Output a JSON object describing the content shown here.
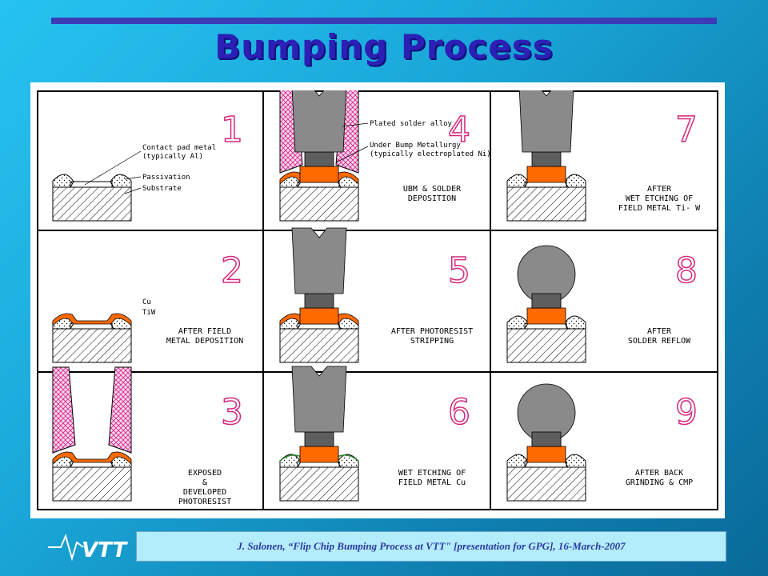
{
  "title": "Bumping Process",
  "footer": "J. Salonen, “Flip Chip Bumping Process at VTT\" [presentation for GPG], 16-March-2007",
  "logo_text": "VTT",
  "colors": {
    "copper": "#ff6a00",
    "solder": "#8a8a8a",
    "ubm": "#5e5e5e",
    "photoresist": "#d6208a",
    "number": "#d4277c",
    "title": "#2b1fb5"
  },
  "labels": {
    "contact_pad": [
      "Contact pad metal",
      "(typically Al)"
    ],
    "passivation": "Passivation",
    "substrate": "Substrate",
    "plated_solder": "Plated solder alloy",
    "ubm": [
      "Under Bump Metallurgy",
      "(typically electroplated Ni)"
    ],
    "cu": "Cu",
    "tiw": "TiW"
  },
  "steps": [
    {
      "number": "1",
      "caption": []
    },
    {
      "number": "2",
      "caption": [
        "AFTER FIELD",
        "METAL DEPOSITION"
      ]
    },
    {
      "number": "3",
      "caption": [
        "EXPOSED",
        "&",
        "DEVELOPED",
        "PHOTORESIST"
      ]
    },
    {
      "number": "4",
      "caption": [
        "UBM & SOLDER",
        "DEPOSITION"
      ]
    },
    {
      "number": "5",
      "caption": [
        "AFTER PHOTORESIST",
        "STRIPPING"
      ]
    },
    {
      "number": "6",
      "caption": [
        "WET ETCHING OF",
        "FIELD METAL Cu"
      ]
    },
    {
      "number": "7",
      "caption": [
        "AFTER",
        "WET ETCHING OF",
        "FIELD METAL Ti- W"
      ]
    },
    {
      "number": "8",
      "caption": [
        "AFTER",
        "SOLDER REFLOW"
      ]
    },
    {
      "number": "9",
      "caption": [
        "AFTER BACK",
        "GRINDING & CMP"
      ]
    }
  ]
}
